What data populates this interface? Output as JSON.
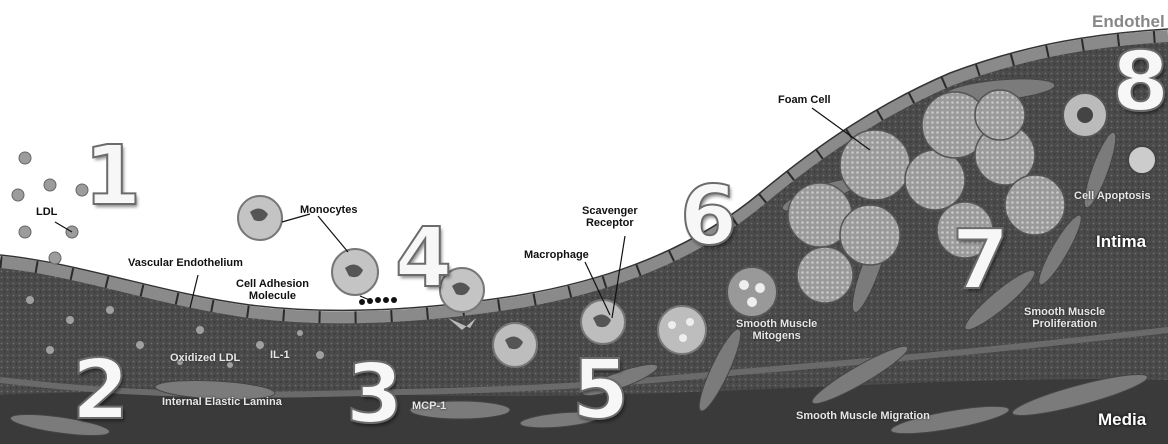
{
  "steps": [
    "1",
    "2",
    "3",
    "4",
    "5",
    "6",
    "7",
    "8"
  ],
  "labels": {
    "ldl": "LDL",
    "vascular_endothelium": "Vascular Endothelium",
    "monocytes": "Monocytes",
    "cell_adhesion_line1": "Cell Adhesion",
    "cell_adhesion_line2": "Molecule",
    "oxidized_ldl": "Oxidized LDL",
    "il1": "IL-1",
    "internal_elastic_lamina": "Internal Elastic Lamina",
    "mcp1": "MCP-1",
    "macrophage": "Macrophage",
    "scavenger_line1": "Scavenger",
    "scavenger_line2": "Receptor",
    "foam_cell": "Foam Cell",
    "sm_mitogens_line1": "Smooth Muscle",
    "sm_mitogens_line2": "Mitogens",
    "sm_proliferation_line1": "Smooth Muscle",
    "sm_proliferation_line2": "Proliferation",
    "sm_migration": "Smooth Muscle Migration",
    "cell_apoptosis": "Cell Apoptosis"
  },
  "regions": {
    "endothel": "Endothel",
    "intima": "Intima",
    "media": "Media"
  }
}
